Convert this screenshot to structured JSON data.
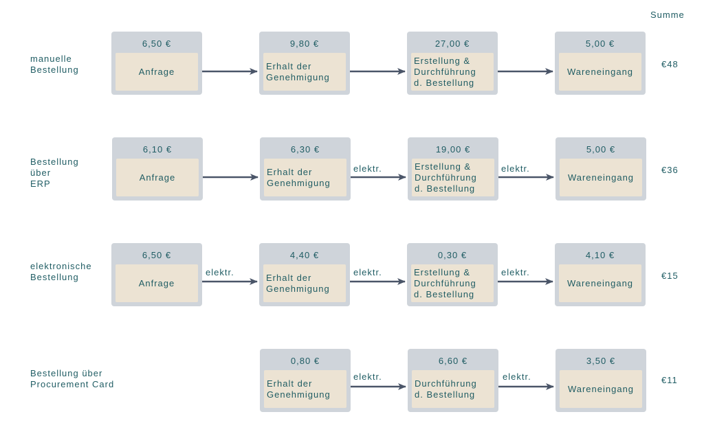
{
  "sum_header": "Summe",
  "rows": [
    {
      "label": [
        "manuelle",
        "Bestellung"
      ],
      "sum": "€48",
      "boxes": [
        {
          "cost": "6,50 €",
          "text": [
            "Anfrage"
          ]
        },
        {
          "cost": "9,80 €",
          "text": [
            "Erhalt der",
            "Genehmigung"
          ]
        },
        {
          "cost": "27,00 €",
          "text": [
            "Erstellung &",
            "Durchführung",
            "d. Bestellung"
          ]
        },
        {
          "cost": "5,00 €",
          "text": [
            "Wareneingang"
          ]
        }
      ],
      "arrows": [
        "",
        "",
        ""
      ]
    },
    {
      "label": [
        "Bestellung",
        "über",
        "ERP"
      ],
      "sum": "€36",
      "boxes": [
        {
          "cost": "6,10 €",
          "text": [
            "Anfrage"
          ]
        },
        {
          "cost": "6,30 €",
          "text": [
            "Erhalt der",
            "Genehmigung"
          ]
        },
        {
          "cost": "19,00 €",
          "text": [
            "Erstellung &",
            "Durchführung",
            "d. Bestellung"
          ]
        },
        {
          "cost": "5,00 €",
          "text": [
            "Wareneingang"
          ]
        }
      ],
      "arrows": [
        "",
        "elektr.",
        "elektr."
      ]
    },
    {
      "label": [
        "elektronische",
        "Bestellung"
      ],
      "sum": "€15",
      "boxes": [
        {
          "cost": "6,50 €",
          "text": [
            "Anfrage"
          ]
        },
        {
          "cost": "4,40 €",
          "text": [
            "Erhalt der",
            "Genehmigung"
          ]
        },
        {
          "cost": "0,30 €",
          "text": [
            "Erstellung &",
            "Durchführung",
            "d. Bestellung"
          ]
        },
        {
          "cost": "4,10 €",
          "text": [
            "Wareneingang"
          ]
        }
      ],
      "arrows": [
        "elektr.",
        "elektr.",
        "elektr."
      ]
    },
    {
      "label": [
        "Bestellung über",
        "Procurement Card"
      ],
      "sum": "€11",
      "boxes": [
        {
          "cost": "0,80 €",
          "text": [
            "Erhalt der",
            "Genehmigung"
          ]
        },
        {
          "cost": "6,60 €",
          "text": [
            "Durchführung",
            "d. Bestellung"
          ]
        },
        {
          "cost": "3,50 €",
          "text": [
            "Wareneingang"
          ]
        }
      ],
      "arrows": [
        "elektr.",
        "elektr."
      ]
    }
  ],
  "colors": {
    "text": "#1f5c63",
    "box_outer": "#cfd4da",
    "box_inner": "#ece3d3",
    "arrow": "#4a5568"
  }
}
